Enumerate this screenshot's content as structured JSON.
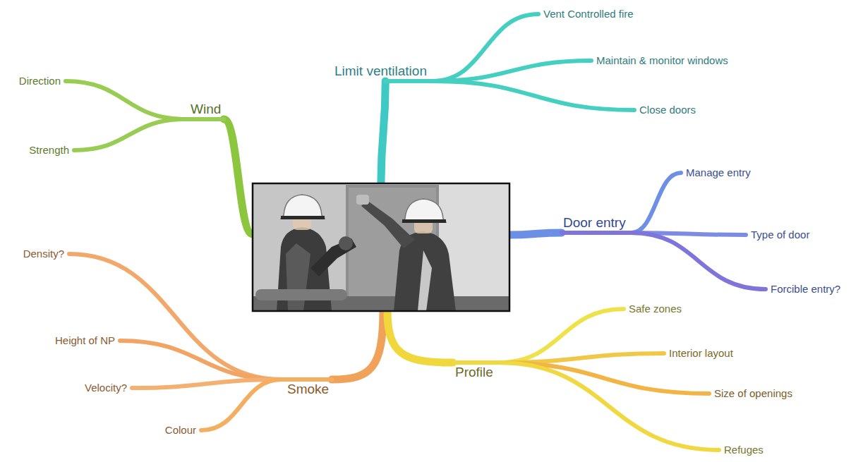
{
  "diagram": {
    "nodes": [
      {
        "text": [
          "Wind"
        ]
      },
      {
        "text": [
          "Direction"
        ]
      },
      {
        "text": [
          "Strength"
        ]
      },
      {
        "text": [
          "Limit ventilation"
        ]
      },
      {
        "text": [
          "Vent Controlled fire"
        ]
      },
      {
        "text": [
          "Maintain & monitor windows"
        ]
      },
      {
        "text": [
          "Close doors"
        ]
      },
      {
        "text": [
          "Door entry"
        ]
      },
      {
        "text": [
          "Manage entry"
        ]
      },
      {
        "text": [
          "Type of door"
        ]
      },
      {
        "text": [
          "Forcible entry?"
        ]
      },
      {
        "text": [
          "Smoke"
        ]
      },
      {
        "text": [
          "Density?"
        ]
      },
      {
        "text": [
          "Height of NP"
        ]
      },
      {
        "text": [
          "Velocity?"
        ]
      },
      {
        "text": [
          "Colour"
        ]
      },
      {
        "text": [
          "Profile"
        ]
      },
      {
        "text": [
          "Safe zones"
        ]
      },
      {
        "text": [
          "Interior layout"
        ]
      },
      {
        "text": [
          "Size of openings"
        ]
      },
      {
        "text": [
          "Refuges"
        ]
      }
    ],
    "edges": [
      {
        "from": 0,
        "to": 1,
        "arrow": "none"
      },
      {
        "from": 0,
        "to": 2,
        "arrow": "none"
      },
      {
        "from": 3,
        "to": 4,
        "arrow": "none"
      },
      {
        "from": 3,
        "to": 5,
        "arrow": "none"
      },
      {
        "from": 3,
        "to": 6,
        "arrow": "none"
      },
      {
        "from": 7,
        "to": 8,
        "arrow": "none"
      },
      {
        "from": 7,
        "to": 9,
        "arrow": "none"
      },
      {
        "from": 7,
        "to": 10,
        "arrow": "none"
      },
      {
        "from": 11,
        "to": 12,
        "arrow": "none"
      },
      {
        "from": 11,
        "to": 13,
        "arrow": "none"
      },
      {
        "from": 11,
        "to": 14,
        "arrow": "none"
      },
      {
        "from": 11,
        "to": 15,
        "arrow": "none"
      },
      {
        "from": 16,
        "to": 17,
        "arrow": "none"
      },
      {
        "from": 16,
        "to": 18,
        "arrow": "none"
      },
      {
        "from": 16,
        "to": 19,
        "arrow": "none"
      },
      {
        "from": 16,
        "to": 20,
        "arrow": "none"
      }
    ]
  }
}
